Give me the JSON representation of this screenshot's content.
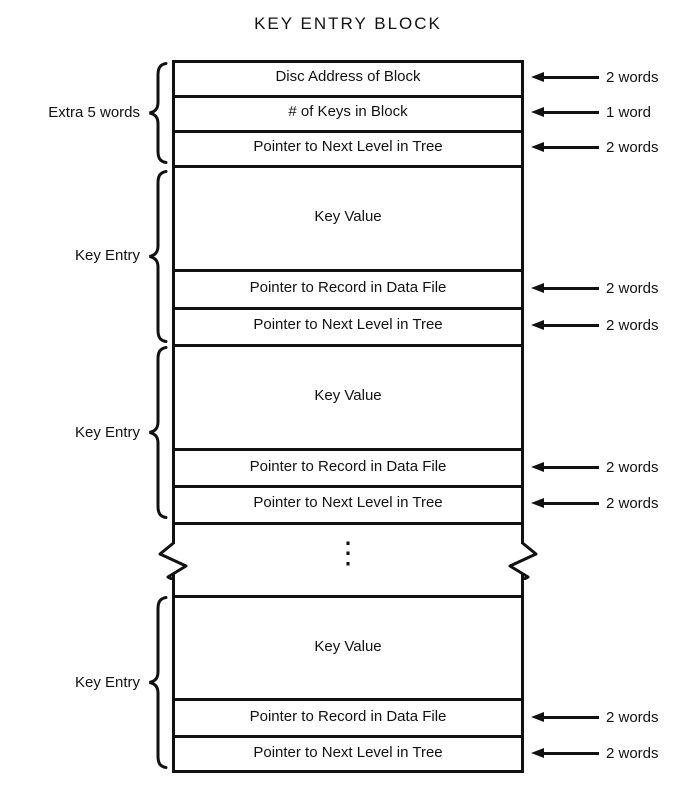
{
  "title": "KEY ENTRY BLOCK",
  "colors": {
    "ink": "#111111",
    "paper": "#ffffff"
  },
  "break_marker": "⋮",
  "extra_words": {
    "label": "Extra 5 words",
    "rows": [
      {
        "text": "Disc Address of Block",
        "size": "2 words"
      },
      {
        "text": "# of Keys in Block",
        "size": "1 word"
      },
      {
        "text": "Pointer to Next Level in Tree",
        "size": "2 words"
      }
    ]
  },
  "key_entries": [
    {
      "label": "Key Entry",
      "key_value": "Key Value",
      "rows": [
        {
          "text": "Pointer to Record in Data File",
          "size": "2 words"
        },
        {
          "text": "Pointer to Next Level in Tree",
          "size": "2 words"
        }
      ]
    },
    {
      "label": "Key Entry",
      "key_value": "Key Value",
      "rows": [
        {
          "text": "Pointer to Record in Data File",
          "size": "2 words"
        },
        {
          "text": "Pointer to Next Level in Tree",
          "size": "2 words"
        }
      ]
    },
    {
      "label": "Key Entry",
      "key_value": "Key Value",
      "rows": [
        {
          "text": "Pointer to Record in Data File",
          "size": "2 words"
        },
        {
          "text": "Pointer to Next Level in Tree",
          "size": "2 words"
        }
      ]
    }
  ]
}
